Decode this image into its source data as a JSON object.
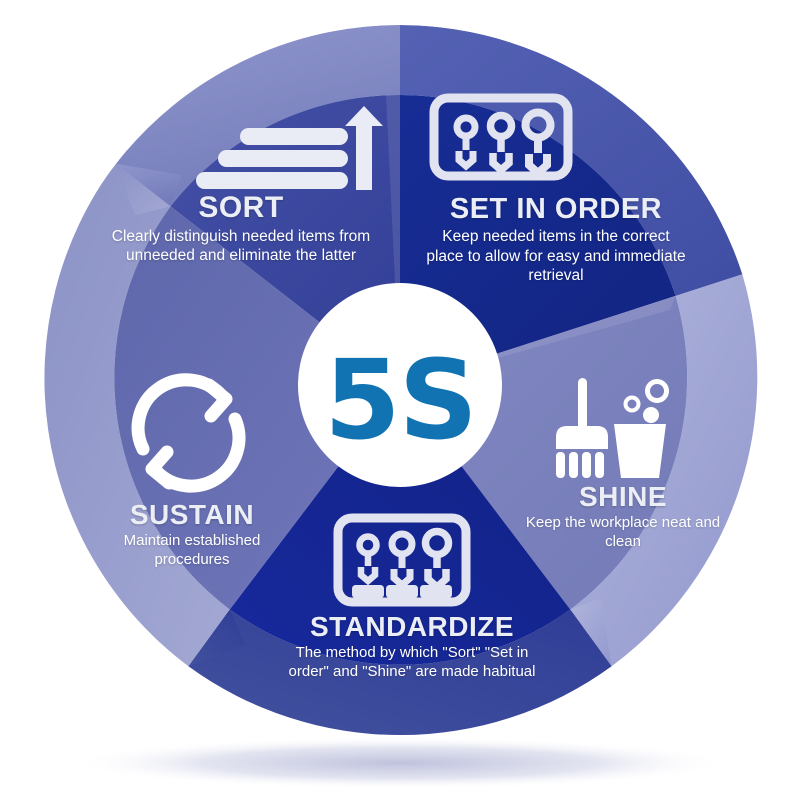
{
  "diagram": {
    "title": "5S",
    "center": {
      "label": "5S",
      "color": "#1273b2",
      "background": "#ffffff"
    },
    "segments": [
      {
        "key": "sort",
        "title": "SORT",
        "desc": "Clearly distinguish needed items from unneeded and eliminate the latter",
        "icon": "sort-bars-arrow-icon",
        "fill": "#3a49a0",
        "ring": "#8289c6"
      },
      {
        "key": "set_in_order",
        "title": "SET IN ORDER",
        "desc": "Keep needed items in the correct place to allow for easy and immediate retrieval",
        "icon": "toolboard-wrenches-icon",
        "fill": "#15298c",
        "ring": "#4b5aad"
      },
      {
        "key": "shine",
        "title": "SHINE",
        "desc": "Keep the workplace neat and clean",
        "icon": "broom-bucket-icon",
        "fill": "#7b82bd",
        "ring": "#a7acd6"
      },
      {
        "key": "standardize",
        "title": "STANDARDIZE",
        "desc": "The method by which \"Sort\" \"Set in order\" and \"Shine\" are made habitual",
        "icon": "toolboard-outlined-slots-icon",
        "fill": "#16299a",
        "ring": "#3d4ba6"
      },
      {
        "key": "sustain",
        "title": "SUSTAIN",
        "desc": "Maintain established procedures",
        "icon": "cycle-arrows-icon",
        "fill": "#6870b4",
        "ring": "#9aa0cd"
      }
    ]
  }
}
